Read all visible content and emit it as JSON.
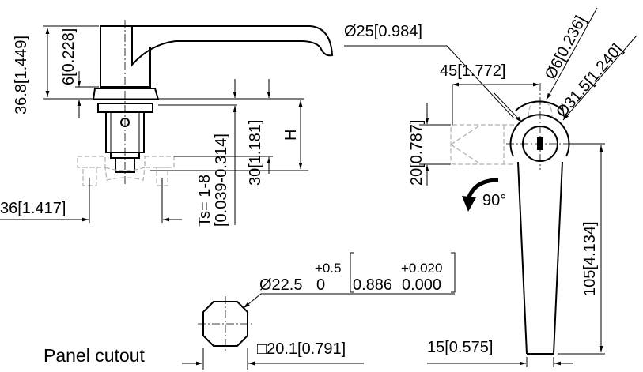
{
  "drawing": {
    "side_view": {
      "total_height": "36.8[1.449]",
      "collar_height": "6[0.228]",
      "clip_spacing": "36[1.417]",
      "thickness_label": "Ts= 1-8",
      "thickness_range": "[0.039-0.314]",
      "depth": "30[1.181]",
      "h_label": "H"
    },
    "front_view": {
      "boss_diameter": "Ø25[0.984]",
      "offset": "45[1.772]",
      "key_diameter": "Ø6[0.236]",
      "outer_diameter": "Ø31.5[1.240]",
      "width": "20[0.787]",
      "rotation": "90°",
      "lever_length": "105[4.134]",
      "lever_width": "15[0.575]"
    },
    "cutout": {
      "title": "Panel cutout",
      "diameter": "Ø22.5",
      "tol_upper": "+0.5",
      "tol_lower": "0",
      "tol_in_upper": "+0.020",
      "diameter_in": "0.886",
      "tol_in_lower": "0.000",
      "flat": "□20.1[0.791]"
    }
  }
}
